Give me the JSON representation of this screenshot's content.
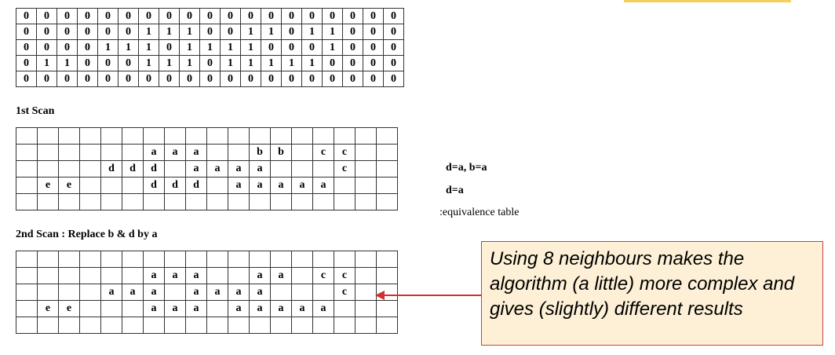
{
  "binary_image": [
    [
      "0",
      "0",
      "0",
      "0",
      "0",
      "0",
      "0",
      "0",
      "0",
      "0",
      "0",
      "0",
      "0",
      "0",
      "0",
      "0",
      "0",
      "0",
      "0"
    ],
    [
      "0",
      "0",
      "0",
      "0",
      "0",
      "0",
      "1",
      "1",
      "1",
      "0",
      "0",
      "1",
      "1",
      "0",
      "1",
      "1",
      "0",
      "0",
      "0"
    ],
    [
      "0",
      "0",
      "0",
      "0",
      "1",
      "1",
      "1",
      "0",
      "1",
      "1",
      "1",
      "1",
      "0",
      "0",
      "0",
      "1",
      "0",
      "0",
      "0"
    ],
    [
      "0",
      "1",
      "1",
      "0",
      "0",
      "0",
      "1",
      "1",
      "1",
      "0",
      "1",
      "1",
      "1",
      "1",
      "1",
      "0",
      "0",
      "0",
      "0"
    ],
    [
      "0",
      "0",
      "0",
      "0",
      "0",
      "0",
      "0",
      "0",
      "0",
      "0",
      "0",
      "0",
      "0",
      "0",
      "0",
      "0",
      "0",
      "0",
      "0"
    ]
  ],
  "first_scan": {
    "label": "1st  Scan",
    "grid": [
      [
        "",
        "",
        "",
        "",
        "",
        "",
        "",
        "",
        "",
        "",
        "",
        "",
        "",
        "",
        "",
        "",
        "",
        ""
      ],
      [
        "",
        "",
        "",
        "",
        "",
        "",
        "a",
        "a",
        "a",
        "",
        "",
        "b",
        "b",
        "",
        "c",
        "c",
        "",
        ""
      ],
      [
        "",
        "",
        "",
        "",
        "d",
        "d",
        "d",
        "",
        "a",
        "a",
        "a",
        "a",
        "",
        "",
        "",
        "c",
        "",
        ""
      ],
      [
        "",
        "e",
        "e",
        "",
        "",
        "",
        "d",
        "d",
        "d",
        "",
        "a",
        "a",
        "a",
        "a",
        "a",
        "",
        "",
        ""
      ],
      [
        "",
        "",
        "",
        "",
        "",
        "",
        "",
        "",
        "",
        "",
        "",
        "",
        "",
        "",
        "",
        "",
        "",
        ""
      ]
    ]
  },
  "equivalences": {
    "line1": "d=a,  b=a",
    "line2": "d=a",
    "table_label": ":equivalence  table"
  },
  "second_scan": {
    "label": "2nd  Scan  :  Replace  b  &  d  by  a",
    "grid": [
      [
        "",
        "",
        "",
        "",
        "",
        "",
        "",
        "",
        "",
        "",
        "",
        "",
        "",
        "",
        "",
        "",
        "",
        ""
      ],
      [
        "",
        "",
        "",
        "",
        "",
        "",
        "a",
        "a",
        "a",
        "",
        "",
        "a",
        "a",
        "",
        "c",
        "c",
        "",
        ""
      ],
      [
        "",
        "",
        "",
        "",
        "a",
        "a",
        "a",
        "",
        "a",
        "a",
        "a",
        "a",
        "",
        "",
        "",
        "c",
        "",
        ""
      ],
      [
        "",
        "e",
        "e",
        "",
        "",
        "",
        "a",
        "a",
        "a",
        "",
        "a",
        "a",
        "a",
        "a",
        "a",
        "",
        "",
        ""
      ],
      [
        "",
        "",
        "",
        "",
        "",
        "",
        "",
        "",
        "",
        "",
        "",
        "",
        "",
        "",
        "",
        "",
        "",
        ""
      ]
    ]
  },
  "callout": {
    "text": "Using 8 neighbours makes the algorithm (a little) more complex and gives (slightly) different results"
  },
  "colors": {
    "callout_border": "#c84040",
    "callout_fill": "#fdf0d6",
    "arrow": "#d03030",
    "top_bar": "#f5cf5a"
  }
}
